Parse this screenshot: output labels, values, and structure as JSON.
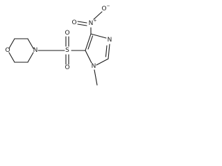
{
  "molecule": {
    "atoms": {
      "morpholine_o": "O",
      "morpholine_n": "N",
      "sulfonyl_s": "S",
      "sulfonyl_o_top": "O",
      "sulfonyl_o_bottom": "O",
      "nitro_n": "N",
      "nitro_n_charge": "+",
      "nitro_o_top": "O",
      "nitro_o_top_charge": "−",
      "nitro_o_left": "O",
      "imidazole_n3": "N",
      "imidazole_n1": "N",
      "methyl_label": ""
    }
  }
}
